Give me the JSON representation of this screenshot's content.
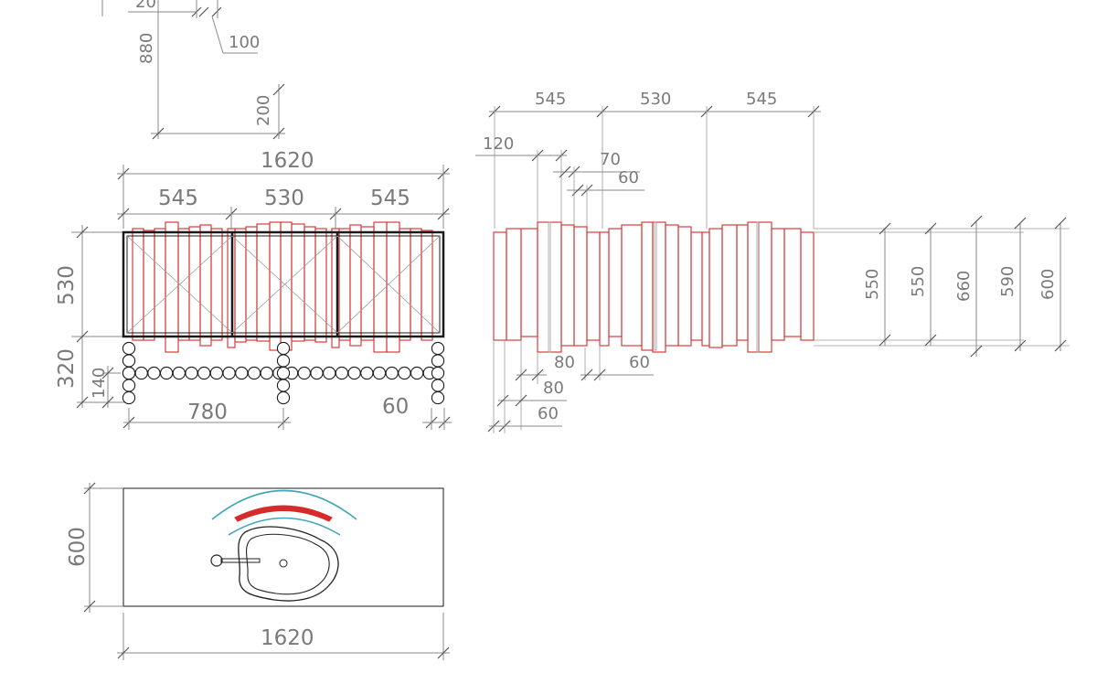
{
  "colors": {
    "dimension": "#7a7a7a",
    "slat": "#d62b2b",
    "frame": "#1a1a1a",
    "arc": "#3fa6b8"
  },
  "detail_top": {
    "labels": [
      "20",
      "880",
      "100",
      "200"
    ]
  },
  "front_view": {
    "overall_width": "1620",
    "module_widths": [
      "545",
      "530",
      "545"
    ],
    "body_height": "530",
    "leg_height": "320",
    "stretcher_height": "140",
    "leg_spacing": "780",
    "leg_size": "60"
  },
  "side_view": {
    "module_widths": [
      "545",
      "530",
      "545"
    ],
    "slat_widths": [
      "120",
      "70",
      "60"
    ],
    "bottom_dims": [
      "80",
      "60",
      "80",
      "60"
    ],
    "heights": [
      "550",
      "550",
      "660",
      "590",
      "600"
    ]
  },
  "plan_view": {
    "depth": "600",
    "width": "1620"
  }
}
